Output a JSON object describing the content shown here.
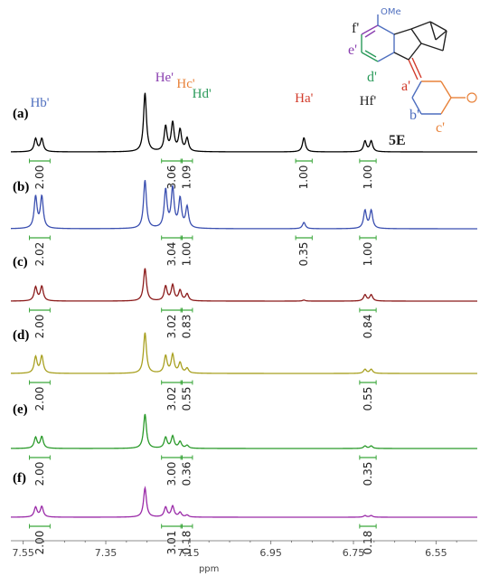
{
  "chart_data": {
    "type": "line",
    "xlabel": "ppm",
    "xlim": [
      7.58,
      6.45
    ],
    "x_ticks": [
      "7.55",
      "7.35",
      "7.15",
      "6.95",
      "6.75",
      "6.55"
    ],
    "x_tick_values": [
      7.55,
      7.35,
      7.15,
      6.95,
      6.75,
      6.55
    ],
    "peak_labels": [
      {
        "text": "Hb'",
        "ppm": 7.51,
        "color": "#4f6fbf"
      },
      {
        "text": "He'",
        "ppm": 7.195,
        "color": "#8a3fb0"
      },
      {
        "text": "Hc'",
        "ppm": 7.165,
        "color": "#e8823a"
      },
      {
        "text": "Hd'",
        "ppm": 7.135,
        "color": "#2a9a5a"
      },
      {
        "text": "Ha'",
        "ppm": 6.87,
        "color": "#d23a2a"
      },
      {
        "text": "Hf'",
        "ppm": 6.715,
        "color": "#222222"
      }
    ],
    "integration_regions": [
      {
        "ppm": 7.51,
        "from": 7.535,
        "to": 7.485
      },
      {
        "ppm": 7.19,
        "from": 7.215,
        "to": 7.165
      },
      {
        "ppm": 7.155,
        "from": 7.168,
        "to": 7.14
      },
      {
        "ppm": 6.87,
        "from": 6.89,
        "to": 6.85
      },
      {
        "ppm": 6.715,
        "from": 6.735,
        "to": 6.695
      }
    ],
    "series": [
      {
        "label": "(a)",
        "color": "#000000",
        "peaks": [
          {
            "ppm": 7.52,
            "h": 0.22
          },
          {
            "ppm": 7.505,
            "h": 0.22
          },
          {
            "ppm": 7.255,
            "h": 1.0
          },
          {
            "ppm": 7.205,
            "h": 0.42
          },
          {
            "ppm": 7.188,
            "h": 0.48
          },
          {
            "ppm": 7.17,
            "h": 0.36
          },
          {
            "ppm": 7.153,
            "h": 0.22
          },
          {
            "ppm": 6.87,
            "h": 0.24
          },
          {
            "ppm": 6.722,
            "h": 0.18
          },
          {
            "ppm": 6.707,
            "h": 0.18
          }
        ],
        "integrals": [
          "2.00",
          "3.06",
          "1.09",
          "1.00",
          "1.00"
        ]
      },
      {
        "label": "(b)",
        "color": "#3a4fb0",
        "peaks": [
          {
            "ppm": 7.52,
            "h": 0.6
          },
          {
            "ppm": 7.505,
            "h": 0.6
          },
          {
            "ppm": 7.255,
            "h": 0.92
          },
          {
            "ppm": 7.205,
            "h": 0.72
          },
          {
            "ppm": 7.188,
            "h": 0.75
          },
          {
            "ppm": 7.17,
            "h": 0.55
          },
          {
            "ppm": 7.153,
            "h": 0.4
          },
          {
            "ppm": 6.87,
            "h": 0.12
          },
          {
            "ppm": 6.722,
            "h": 0.34
          },
          {
            "ppm": 6.707,
            "h": 0.34
          }
        ],
        "integrals": [
          "2.02",
          "3.04",
          "1.00",
          "0.35",
          "1.00"
        ]
      },
      {
        "label": "(c)",
        "color": "#8b1a1a",
        "peaks": [
          {
            "ppm": 7.52,
            "h": 0.4
          },
          {
            "ppm": 7.505,
            "h": 0.42
          },
          {
            "ppm": 7.255,
            "h": 0.95
          },
          {
            "ppm": 7.205,
            "h": 0.42
          },
          {
            "ppm": 7.188,
            "h": 0.45
          },
          {
            "ppm": 7.17,
            "h": 0.3
          },
          {
            "ppm": 7.153,
            "h": 0.2
          },
          {
            "ppm": 6.87,
            "h": 0.03
          },
          {
            "ppm": 6.722,
            "h": 0.18
          },
          {
            "ppm": 6.707,
            "h": 0.18
          }
        ],
        "integrals": [
          "2.00",
          "3.02",
          "0.83",
          "0.84"
        ]
      },
      {
        "label": "(d)",
        "color": "#a8a020",
        "peaks": [
          {
            "ppm": 7.52,
            "h": 0.4
          },
          {
            "ppm": 7.505,
            "h": 0.42
          },
          {
            "ppm": 7.255,
            "h": 1.0
          },
          {
            "ppm": 7.205,
            "h": 0.42
          },
          {
            "ppm": 7.188,
            "h": 0.45
          },
          {
            "ppm": 7.17,
            "h": 0.25
          },
          {
            "ppm": 7.153,
            "h": 0.12
          },
          {
            "ppm": 6.722,
            "h": 0.1
          },
          {
            "ppm": 6.707,
            "h": 0.1
          }
        ],
        "integrals": [
          "2.00",
          "3.02",
          "0.55",
          "0.55"
        ]
      },
      {
        "label": "(e)",
        "color": "#2a9a2a",
        "peaks": [
          {
            "ppm": 7.52,
            "h": 0.3
          },
          {
            "ppm": 7.505,
            "h": 0.32
          },
          {
            "ppm": 7.255,
            "h": 0.95
          },
          {
            "ppm": 7.205,
            "h": 0.3
          },
          {
            "ppm": 7.188,
            "h": 0.33
          },
          {
            "ppm": 7.17,
            "h": 0.18
          },
          {
            "ppm": 7.153,
            "h": 0.08
          },
          {
            "ppm": 6.722,
            "h": 0.07
          },
          {
            "ppm": 6.707,
            "h": 0.07
          }
        ],
        "integrals": [
          "2.00",
          "3.00",
          "0.36",
          "0.35"
        ]
      },
      {
        "label": "(f)",
        "color": "#9a2aa8",
        "peaks": [
          {
            "ppm": 7.52,
            "h": 0.3
          },
          {
            "ppm": 7.505,
            "h": 0.32
          },
          {
            "ppm": 7.255,
            "h": 0.9
          },
          {
            "ppm": 7.205,
            "h": 0.3
          },
          {
            "ppm": 7.188,
            "h": 0.33
          },
          {
            "ppm": 7.17,
            "h": 0.14
          },
          {
            "ppm": 7.153,
            "h": 0.06
          },
          {
            "ppm": 6.722,
            "h": 0.05
          },
          {
            "ppm": 6.707,
            "h": 0.05
          }
        ],
        "integrals": [
          "2.00",
          "3.01",
          "0.18",
          "0.18"
        ]
      }
    ]
  },
  "molecule": {
    "substituent": "OMe",
    "compound": "5E",
    "labels": [
      {
        "text": "f'",
        "color": "#222222"
      },
      {
        "text": "e'",
        "color": "#8a3fb0"
      },
      {
        "text": "d'",
        "color": "#2a9a5a"
      },
      {
        "text": "a'",
        "color": "#d23a2a"
      },
      {
        "text": "b'",
        "color": "#4f6fbf"
      },
      {
        "text": "c'",
        "color": "#e8823a"
      }
    ]
  }
}
